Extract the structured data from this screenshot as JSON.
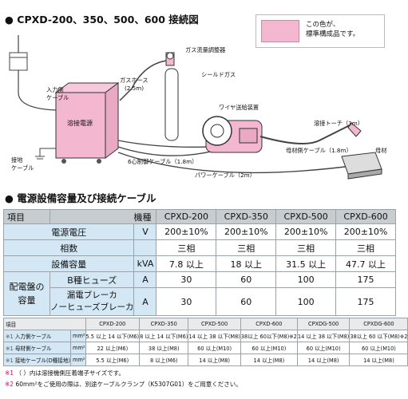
{
  "diagram": {
    "title": "CPXD-200、350、500、600 接続図",
    "legend_text_1": "この色が、",
    "legend_text_2": "標準構成品です。",
    "labels": {
      "input_cable_1": "入力側",
      "input_cable_2": "ケーブル",
      "gas_hose": "ガスホース",
      "gas_hose_len": "(2.5m)",
      "gas_regulator": "ガス流量調整器",
      "shield_gas": "シールドガス",
      "wire_feeder": "ワイヤ送給装置",
      "welding_power": "溶接電源",
      "torch": "溶接トーチ（3m）",
      "base_cable": "母材側ケーブル（1.8m）",
      "base_metal": "母材",
      "ground_1": "接地",
      "ground_2": "ケーブル",
      "control_cable": "6心制御ケーブル（1.8m）",
      "power_cable": "パワーケーブル（2m）"
    }
  },
  "spec_section": {
    "title": "電源設備容量及び接続ケーブル",
    "header": [
      "項目",
      "機種",
      "CPXD-200",
      "CPXD-350",
      "CPXD-500",
      "CPXD-600"
    ],
    "rows": [
      {
        "label": "電源電圧",
        "unit": "V",
        "values": [
          "200±10%",
          "200±10%",
          "200±10%",
          "200±10%"
        ]
      },
      {
        "label": "相数",
        "unit": "",
        "values": [
          "三相",
          "三相",
          "三相",
          "三相"
        ]
      },
      {
        "label": "設備容量",
        "unit": "kVA",
        "values": [
          "7.8 以上",
          "18 以上",
          "31.5 以上",
          "47.7 以上"
        ]
      }
    ],
    "panel_group_1": "配電盤の",
    "panel_group_2": "容量",
    "panel_rows": [
      {
        "label": "B種ヒューズ",
        "unit": "A",
        "values": [
          "30",
          "60",
          "100",
          "175"
        ]
      },
      {
        "label_1": "漏電ブレーカ",
        "label_2": "ノーヒューズブレーカ",
        "unit": "A",
        "values": [
          "30",
          "60",
          "100",
          "175"
        ]
      }
    ]
  },
  "cable_table": {
    "header": [
      "項目",
      "CPXD-200",
      "CPXD-350",
      "CPXD-500",
      "CPXD-600",
      "CPXDG-500",
      "CPXDG-600"
    ],
    "rows": [
      {
        "mark": "※1",
        "label": "入力側ケーブル",
        "unit": "mm²",
        "values": [
          "5.5 以上 14 以下(M6)",
          "8 以上 14 以下(M6)",
          "14 以上 38 以下(M8)",
          "38以上 60以下(M8)※2",
          "14 以上 38 以下(M8)",
          "38以上 60 以下(M8)※2"
        ]
      },
      {
        "mark": "※1",
        "label": "母材側ケーブル",
        "unit": "mm²",
        "values": [
          "22 以上(M6)",
          "38 以上(M8)",
          "60 以上(M10)",
          "60 以上(M10)",
          "60 以上(M10)",
          "60 以上(M10)"
        ]
      },
      {
        "mark": "※1",
        "label": "接地ケーブル(D種接地)",
        "unit": "mm²",
        "values": [
          "5.5 以上(M6)",
          "8 以上(M6)",
          "14 以上(M8)",
          "14 以上(M8)",
          "14 以上(M8)",
          "14 以上(M8)"
        ]
      }
    ]
  },
  "notes": {
    "n1_mark": "※1",
    "n1_text": "（ ）内は溶接機側圧着端子サイズです。",
    "n2_mark": "※2",
    "n2_text": "60mm²をご使用の際は、別途ケーブルクランプ（K5307G01）をご用意ください。"
  },
  "colors": {
    "standard_pink": "#f3b7cf",
    "header_blue": "#d3e7f4",
    "note_magenta": "#e0006e"
  }
}
